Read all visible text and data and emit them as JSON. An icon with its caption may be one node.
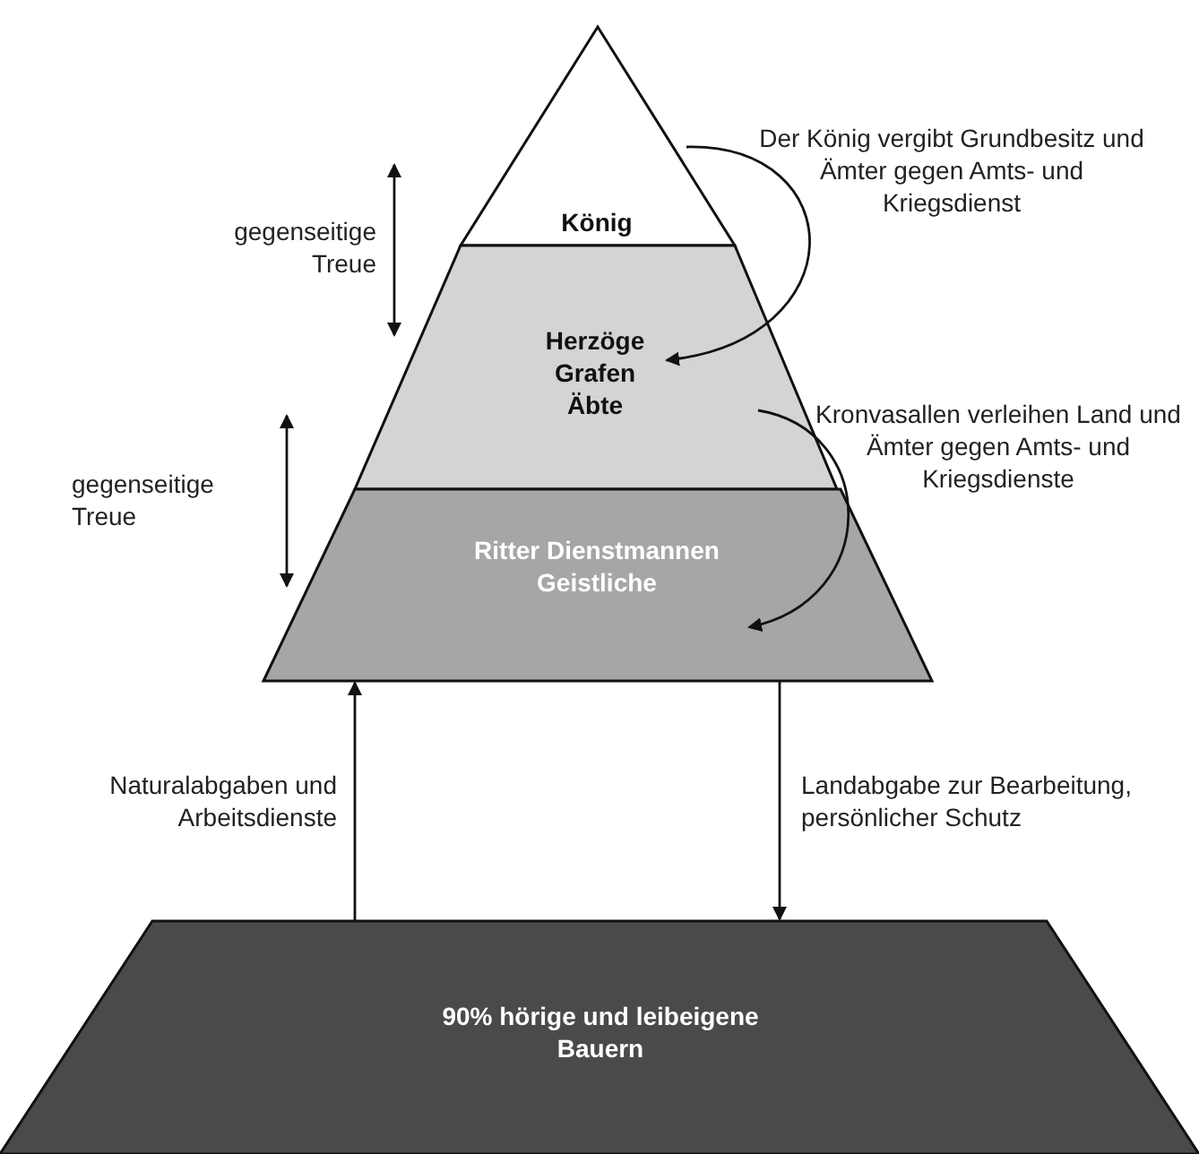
{
  "diagram": {
    "nodes": [
      {
        "text": [
          "König"
        ]
      },
      {
        "text": [
          "Herzöge Grafen Äbte"
        ]
      },
      {
        "text": [
          "Ritter Dienstmannen Geistliche"
        ]
      },
      {
        "text": [
          "90% hörige und leibeigene Bauern"
        ]
      }
    ],
    "edges": [
      {
        "from": 0,
        "to": 1,
        "arrow": "both",
        "label": "gegenseitige Treue"
      },
      {
        "from": 0,
        "to": 1,
        "arrow": "to",
        "label": "Der König vergibt Grundbesitz und Ämter gegen Amts- und Kriegsdienst"
      },
      {
        "from": 1,
        "to": 2,
        "arrow": "both",
        "label": "gegenseitige Treue"
      },
      {
        "from": 1,
        "to": 2,
        "arrow": "to",
        "label": "Kronvasallen verleihen Land und Ämter gegen Amts- und Kriegsdienste"
      },
      {
        "from": 3,
        "to": 2,
        "arrow": "to",
        "label": "Naturalabgaben und Arbeitsdienste"
      },
      {
        "from": 2,
        "to": 3,
        "arrow": "to",
        "label": "Landabgabe zur Bearbeitung, persönlicher Schutz"
      }
    ]
  }
}
